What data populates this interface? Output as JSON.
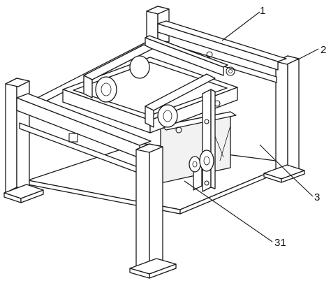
{
  "callouts": [
    {
      "id": "c1",
      "label": "1"
    },
    {
      "id": "c2",
      "label": "2"
    },
    {
      "id": "c3",
      "label": "3"
    },
    {
      "id": "c31",
      "label": "31"
    }
  ]
}
